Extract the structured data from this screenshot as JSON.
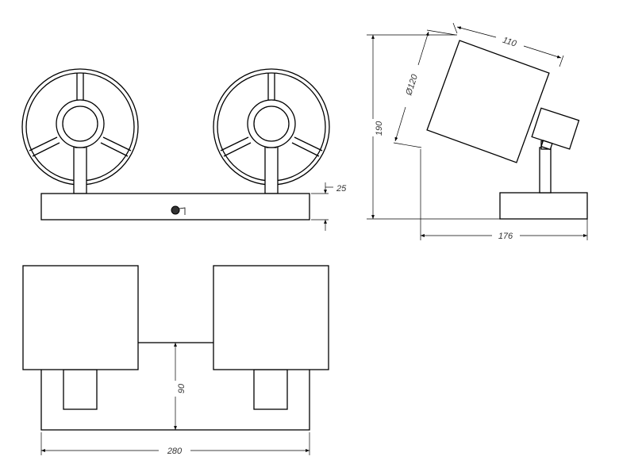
{
  "dimensions": {
    "base_height": "25",
    "total_height": "190",
    "shade_diameter": "Ø120",
    "shade_depth": "110",
    "side_depth": "176",
    "base_depth": "90",
    "total_width": "280"
  },
  "colors": {
    "line": "#000000",
    "background": "#ffffff",
    "dimension_text": "#333333"
  }
}
